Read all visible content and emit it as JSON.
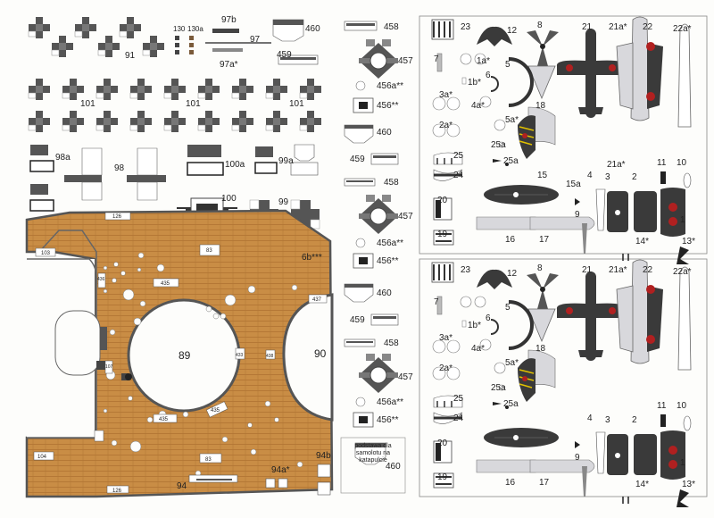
{
  "sheet": {
    "colors": {
      "paper": "#fdfdfb",
      "grey_dark": "#555555",
      "grey_mid": "#8a8a8a",
      "grey_light": "#c8c8c8",
      "deck_wood": "#c98d45",
      "plane_dark": "#3a3a3a",
      "plane_light": "#d8d8dc",
      "hinomaru": "#b02020",
      "stripe_yellow": "#e0c000"
    },
    "left_labels": {
      "l91": "91",
      "l130": "130",
      "l130a": "130a",
      "l97b": "97b",
      "l97": "97",
      "l97a": "97a*",
      "l101a": "101",
      "l101b": "101",
      "l101c": "101",
      "l98a": "98a",
      "l98": "98",
      "l100a": "100a",
      "l99a": "99a",
      "l100": "100",
      "l99": "99",
      "l6b": "6b***",
      "l89": "89",
      "l90": "90",
      "l94b": "94b",
      "l94a": "94a*",
      "l94": "94"
    },
    "deck_small_labels": {
      "d126a": "126",
      "d103": "103",
      "d83a": "83",
      "d436": "436",
      "d435a": "435",
      "d437": "437",
      "d107": "107",
      "d433": "433",
      "d435b": "435",
      "d104": "104",
      "d83b": "83",
      "d126b": "126",
      "d438": "438",
      "d435c": "435"
    },
    "middle_labels": {
      "m460a": "460",
      "m458a": "458",
      "m459a": "459",
      "m457a": "457",
      "m456aa": "456a**",
      "m456a": "456**",
      "m460b": "460",
      "m459b": "459",
      "m458b": "458",
      "m457b": "457",
      "m456ab": "456a**",
      "m456b": "456**",
      "m460c": "460",
      "m459c": "459",
      "m458c": "458",
      "m457c": "457",
      "m456ac": "456a**",
      "m456c": "456**",
      "m460d": "460"
    },
    "caption": "podstawa dla samolotu na katapulcie",
    "panel_labels": {
      "p23": "23",
      "p12": "12",
      "p8": "8",
      "p21": "21",
      "p21a": "21a*",
      "p22": "22",
      "p22a": "22a*",
      "p7": "7",
      "p1a": "1a*",
      "p5": "5",
      "p1b": "1b*",
      "p6": "6",
      "p3a": "3a*",
      "p4a": "4a*",
      "p18": "18",
      "p2a": "2a*",
      "p5a": "5a*",
      "p25a1": "25a",
      "p25": "25",
      "p25a2": "25a",
      "p24": "24",
      "p21a2": "21a*",
      "p11": "11",
      "p10": "10",
      "p15": "15",
      "p15a": "15a",
      "p4": "4",
      "p3": "3",
      "p2": "2",
      "p20": "20",
      "p9": "9",
      "p1": "1",
      "p19": "19",
      "p16": "16",
      "p17": "17",
      "p14": "14*",
      "p13": "13*"
    }
  }
}
